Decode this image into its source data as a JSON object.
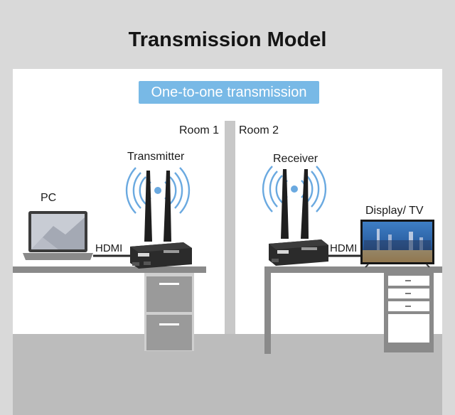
{
  "title": "Transmission Model",
  "subtitle": "One-to-one transmission",
  "rooms": {
    "left": "Room 1",
    "right": "Room 2"
  },
  "devices": {
    "transmitter": "Transmitter",
    "receiver": "Receiver",
    "source": "PC",
    "display": "Display/ TV"
  },
  "cables": {
    "left": "HDMI",
    "right": "HDMI"
  },
  "colors": {
    "background": "#d9d9d9",
    "room_bg": "#ffffff",
    "accent": "#78b9e6",
    "wave": "#6aa9e0",
    "desk": "#8a8a8a",
    "floor": "#bdbdbd",
    "device": "#1e1e1e"
  }
}
